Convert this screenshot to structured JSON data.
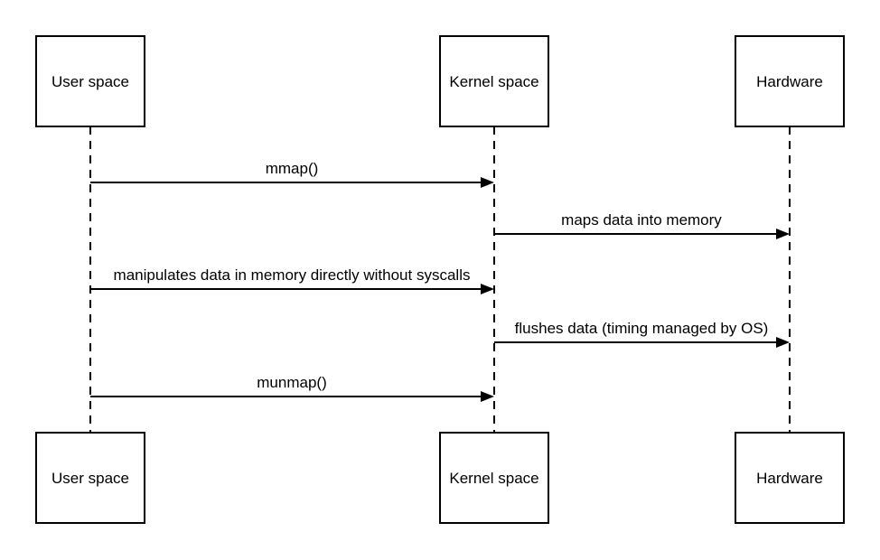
{
  "diagram": {
    "type": "sequence-diagram",
    "colors": {
      "stroke": "#000000",
      "fill": "#ffffff",
      "text": "#000000"
    },
    "actors": {
      "top": [
        {
          "label": "User space"
        },
        {
          "label": "Kernel space"
        },
        {
          "label": "Hardware"
        }
      ],
      "bottom": [
        {
          "label": "User space"
        },
        {
          "label": "Kernel space"
        },
        {
          "label": "Hardware"
        }
      ]
    },
    "messages": [
      {
        "label": "mmap()",
        "from": "User space",
        "to": "Kernel space"
      },
      {
        "label": "maps data into memory",
        "from": "Kernel space",
        "to": "Hardware"
      },
      {
        "label": "manipulates data in memory directly without syscalls",
        "from": "User space",
        "to": "Kernel space"
      },
      {
        "label": "flushes data (timing managed by OS)",
        "from": "Kernel space",
        "to": "Hardware"
      },
      {
        "label": "munmap()",
        "from": "User space",
        "to": "Kernel space"
      }
    ]
  }
}
